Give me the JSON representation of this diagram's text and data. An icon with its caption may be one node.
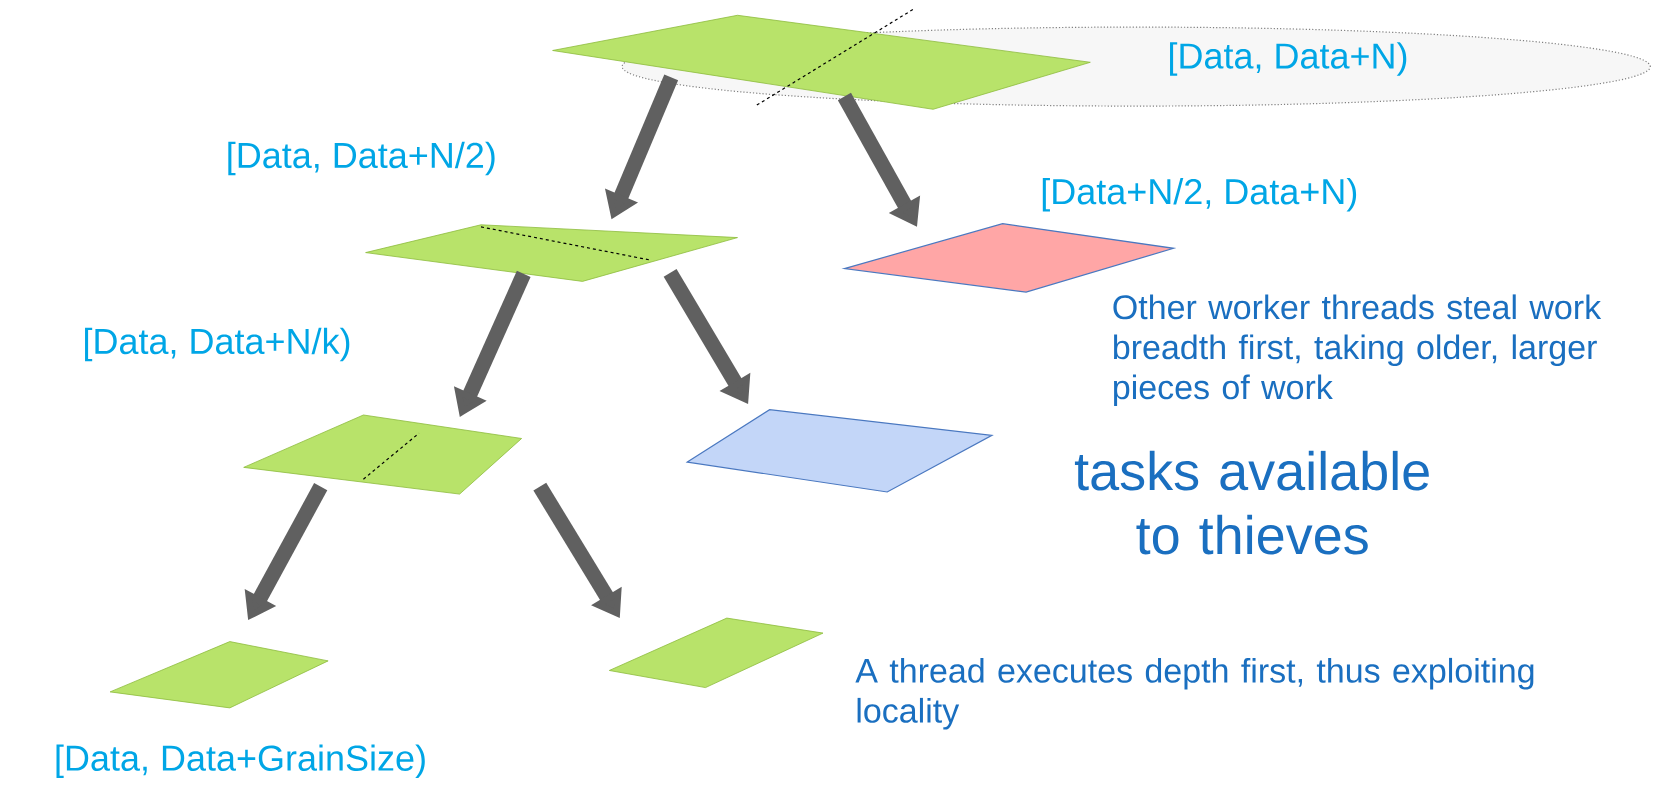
{
  "diagram": {
    "nodes": [
      {
        "text": [
          "[Data, Data+N)"
        ]
      },
      {
        "text": [
          "[Data, Data+N/2)"
        ]
      },
      {
        "text": [
          "[Data+N/2, Data+N)"
        ]
      },
      {
        "text": [
          "[Data, Data+N/k)"
        ]
      },
      {
        "text": [],
        "shape": "parallelogram"
      },
      {
        "text": [
          "[Data, Data+GrainSize)"
        ]
      },
      {
        "text": [],
        "shape": "parallelogram"
      }
    ],
    "edges": [
      {
        "from": 0,
        "to": 1,
        "arrow": "to"
      },
      {
        "from": 0,
        "to": 2,
        "arrow": "to"
      },
      {
        "from": 1,
        "to": 3,
        "arrow": "to"
      },
      {
        "from": 1,
        "to": 4,
        "arrow": "to"
      },
      {
        "from": 3,
        "to": 5,
        "arrow": "to"
      },
      {
        "from": 3,
        "to": 6,
        "arrow": "to"
      }
    ],
    "labels": [
      "Other worker threads steal work breadth first, taking older, larger pieces of work",
      "tasks available to thieves",
      "A thread executes depth first, thus exploiting locality"
    ]
  }
}
